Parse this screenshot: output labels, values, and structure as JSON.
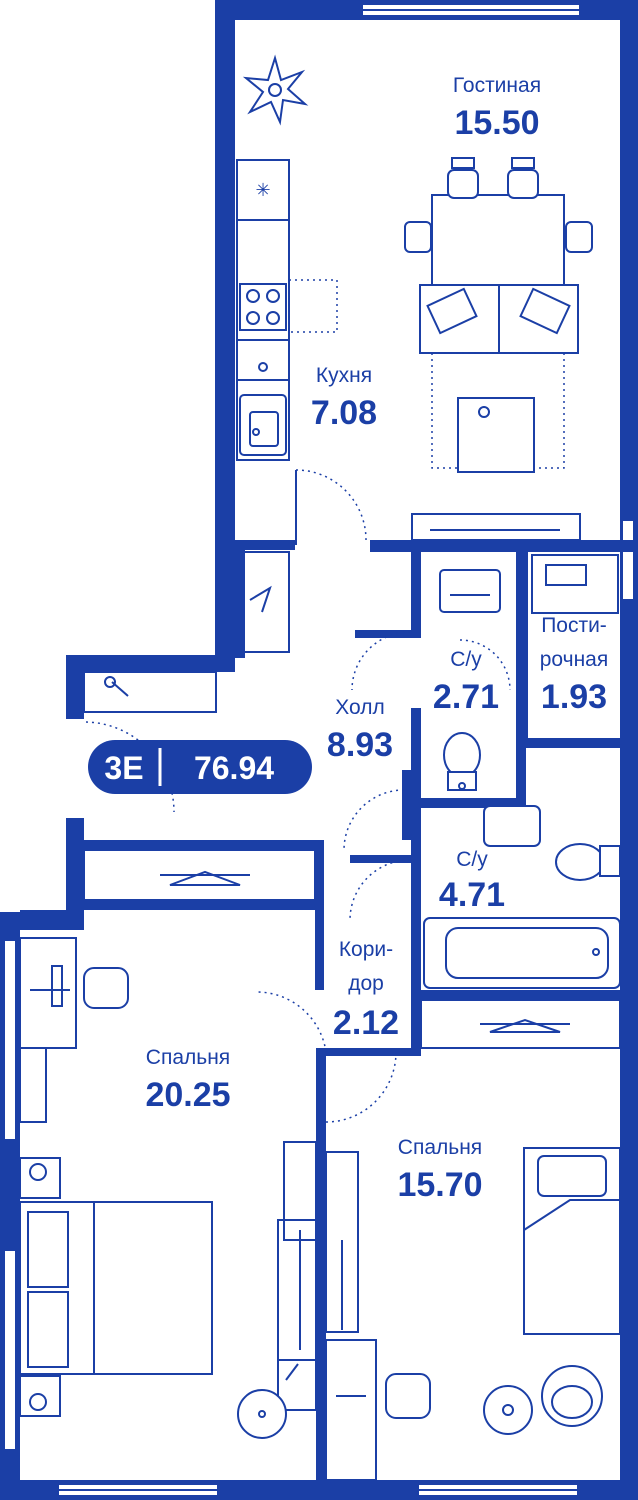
{
  "plan": {
    "unit_type": "3E",
    "total_area": "76.94",
    "colors": {
      "accent": "#1b3fa6",
      "background": "#ffffff"
    },
    "rooms": {
      "living": {
        "name": "Гостиная",
        "area": "15.50"
      },
      "kitchen": {
        "name": "Кухня",
        "area": "7.08"
      },
      "hall": {
        "name": "Холл",
        "area": "8.93"
      },
      "bath_small": {
        "name": "С/у",
        "area": "2.71"
      },
      "laundry": {
        "name_line1": "Пости-",
        "name_line2": "рочная",
        "area": "1.93"
      },
      "bath_large": {
        "name": "С/у",
        "area": "4.71"
      },
      "corridor": {
        "name_line1": "Кори-",
        "name_line2": "дор",
        "area": "2.12"
      },
      "bedroom_left": {
        "name": "Спальня",
        "area": "20.25"
      },
      "bedroom_right": {
        "name": "Спальня",
        "area": "15.70"
      }
    },
    "icons": [
      "compass-rose-icon",
      "hanger-icon",
      "sink-icon",
      "toilet-icon",
      "bathtub-icon",
      "stove-icon",
      "washing-machine-icon"
    ]
  }
}
